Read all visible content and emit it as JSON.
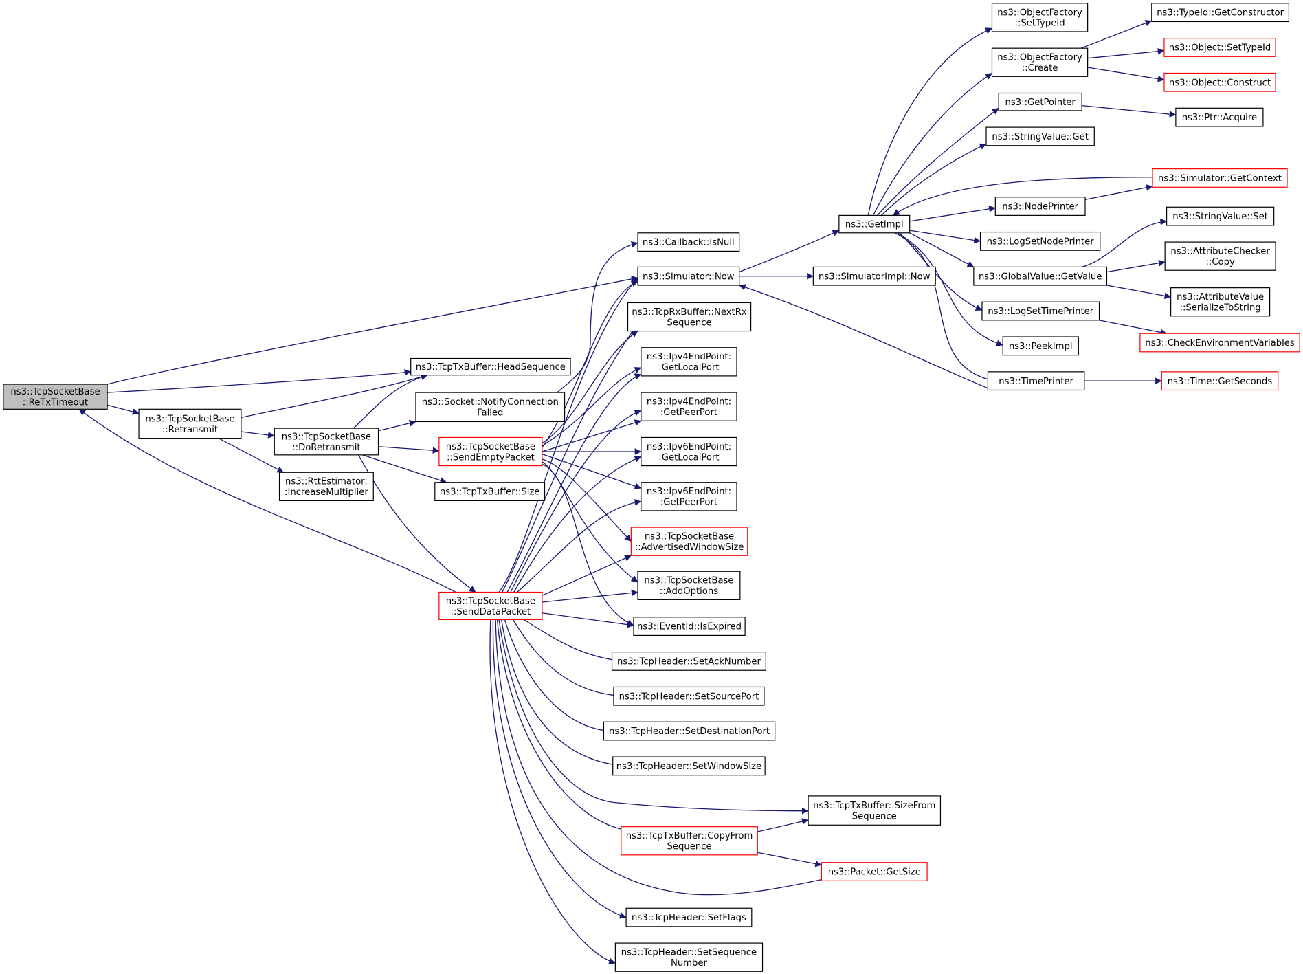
{
  "colors": {
    "edge": "#191970",
    "node_border": "#000000",
    "node_border_incomplete": "#ff0000",
    "root_fill": "#bfbfbf",
    "background": "#ffffff"
  },
  "nodes": [
    {
      "id": "retx",
      "lines": [
        "ns3::TcpSocketBase",
        "::ReTxTimeout"
      ],
      "style": "root"
    },
    {
      "id": "retransmit",
      "lines": [
        "ns3::TcpSocketBase",
        "::Retransmit"
      ],
      "style": "normal"
    },
    {
      "id": "headseq",
      "lines": [
        "ns3::TcpTxBuffer::HeadSequence"
      ],
      "style": "normal"
    },
    {
      "id": "doretransmit",
      "lines": [
        "ns3::TcpSocketBase",
        "::DoRetransmit"
      ],
      "style": "normal"
    },
    {
      "id": "rttinc",
      "lines": [
        "ns3::RttEstimator:",
        ":IncreaseMultiplier"
      ],
      "style": "normal"
    },
    {
      "id": "notifyconn",
      "lines": [
        "ns3::Socket::NotifyConnection",
        "Failed"
      ],
      "style": "normal"
    },
    {
      "id": "sendempty",
      "lines": [
        "ns3::TcpSocketBase",
        "::SendEmptyPacket"
      ],
      "style": "red"
    },
    {
      "id": "txsize",
      "lines": [
        "ns3::TcpTxBuffer::Size"
      ],
      "style": "normal"
    },
    {
      "id": "senddata",
      "lines": [
        "ns3::TcpSocketBase",
        "::SendDataPacket"
      ],
      "style": "red"
    },
    {
      "id": "cbisnull",
      "lines": [
        "ns3::Callback::IsNull"
      ],
      "style": "normal"
    },
    {
      "id": "simnow",
      "lines": [
        "ns3::Simulator::Now"
      ],
      "style": "normal"
    },
    {
      "id": "rxnext",
      "lines": [
        "ns3::TcpRxBuffer::NextRx",
        "Sequence"
      ],
      "style": "normal"
    },
    {
      "id": "ipv4local",
      "lines": [
        "ns3::Ipv4EndPoint:",
        ":GetLocalPort"
      ],
      "style": "normal"
    },
    {
      "id": "ipv4peer",
      "lines": [
        "ns3::Ipv4EndPoint:",
        ":GetPeerPort"
      ],
      "style": "normal"
    },
    {
      "id": "ipv6local",
      "lines": [
        "ns3::Ipv6EndPoint:",
        ":GetLocalPort"
      ],
      "style": "normal"
    },
    {
      "id": "ipv6peer",
      "lines": [
        "ns3::Ipv6EndPoint:",
        ":GetPeerPort"
      ],
      "style": "normal"
    },
    {
      "id": "advwin",
      "lines": [
        "ns3::TcpSocketBase",
        "::AdvertisedWindowSize"
      ],
      "style": "red"
    },
    {
      "id": "addopts",
      "lines": [
        "ns3::TcpSocketBase",
        "::AddOptions"
      ],
      "style": "normal"
    },
    {
      "id": "evexpired",
      "lines": [
        "ns3::EventId::IsExpired"
      ],
      "style": "normal"
    },
    {
      "id": "setack",
      "lines": [
        "ns3::TcpHeader::SetAckNumber"
      ],
      "style": "normal"
    },
    {
      "id": "setsrc",
      "lines": [
        "ns3::TcpHeader::SetSourcePort"
      ],
      "style": "normal"
    },
    {
      "id": "setdst",
      "lines": [
        "ns3::TcpHeader::SetDestinationPort"
      ],
      "style": "normal"
    },
    {
      "id": "setwin",
      "lines": [
        "ns3::TcpHeader::SetWindowSize"
      ],
      "style": "normal"
    },
    {
      "id": "sizefrom",
      "lines": [
        "ns3::TcpTxBuffer::SizeFrom",
        "Sequence"
      ],
      "style": "normal"
    },
    {
      "id": "copyfrom",
      "lines": [
        "ns3::TcpTxBuffer::CopyFrom",
        "Sequence"
      ],
      "style": "red"
    },
    {
      "id": "pktsize",
      "lines": [
        "ns3::Packet::GetSize"
      ],
      "style": "red"
    },
    {
      "id": "setflags",
      "lines": [
        "ns3::TcpHeader::SetFlags"
      ],
      "style": "normal"
    },
    {
      "id": "setseq",
      "lines": [
        "ns3::TcpHeader::SetSequence",
        "Number"
      ],
      "style": "normal"
    },
    {
      "id": "simimplnow",
      "lines": [
        "ns3::SimulatorImpl::Now"
      ],
      "style": "normal"
    },
    {
      "id": "getimpl",
      "lines": [
        "ns3::GetImpl"
      ],
      "style": "normal"
    },
    {
      "id": "ofsettype",
      "lines": [
        "ns3::ObjectFactory",
        "::SetTypeId"
      ],
      "style": "normal"
    },
    {
      "id": "ofcreate",
      "lines": [
        "ns3::ObjectFactory",
        "::Create"
      ],
      "style": "normal"
    },
    {
      "id": "getpointer",
      "lines": [
        "ns3::GetPointer"
      ],
      "style": "normal"
    },
    {
      "id": "strget",
      "lines": [
        "ns3::StringValue::Get"
      ],
      "style": "normal"
    },
    {
      "id": "nodeprinter",
      "lines": [
        "ns3::NodePrinter"
      ],
      "style": "normal"
    },
    {
      "id": "logsetnode",
      "lines": [
        "ns3::LogSetNodePrinter"
      ],
      "style": "normal"
    },
    {
      "id": "gvget",
      "lines": [
        "ns3::GlobalValue::GetValue"
      ],
      "style": "normal"
    },
    {
      "id": "logsettime",
      "lines": [
        "ns3::LogSetTimePrinter"
      ],
      "style": "normal"
    },
    {
      "id": "peekimpl",
      "lines": [
        "ns3::PeekImpl"
      ],
      "style": "normal"
    },
    {
      "id": "timeprinter",
      "lines": [
        "ns3::TimePrinter"
      ],
      "style": "normal"
    },
    {
      "id": "typeidctor",
      "lines": [
        "ns3::TypeId::GetConstructor"
      ],
      "style": "normal"
    },
    {
      "id": "objsettype",
      "lines": [
        "ns3::Object::SetTypeId"
      ],
      "style": "red"
    },
    {
      "id": "objconstruct",
      "lines": [
        "ns3::Object::Construct"
      ],
      "style": "red"
    },
    {
      "id": "ptracquire",
      "lines": [
        "ns3::Ptr::Acquire"
      ],
      "style": "normal"
    },
    {
      "id": "simgetctx",
      "lines": [
        "ns3::Simulator::GetContext"
      ],
      "style": "red"
    },
    {
      "id": "strset",
      "lines": [
        "ns3::StringValue::Set"
      ],
      "style": "normal"
    },
    {
      "id": "attrcheck",
      "lines": [
        "ns3::AttributeChecker",
        "::Copy"
      ],
      "style": "normal"
    },
    {
      "id": "attrval",
      "lines": [
        "ns3::AttributeValue",
        "::SerializeToString"
      ],
      "style": "normal"
    },
    {
      "id": "checkenv",
      "lines": [
        "ns3::CheckEnvironmentVariables"
      ],
      "style": "red"
    },
    {
      "id": "timegetsec",
      "lines": [
        "ns3::Time::GetSeconds"
      ],
      "style": "red"
    }
  ]
}
